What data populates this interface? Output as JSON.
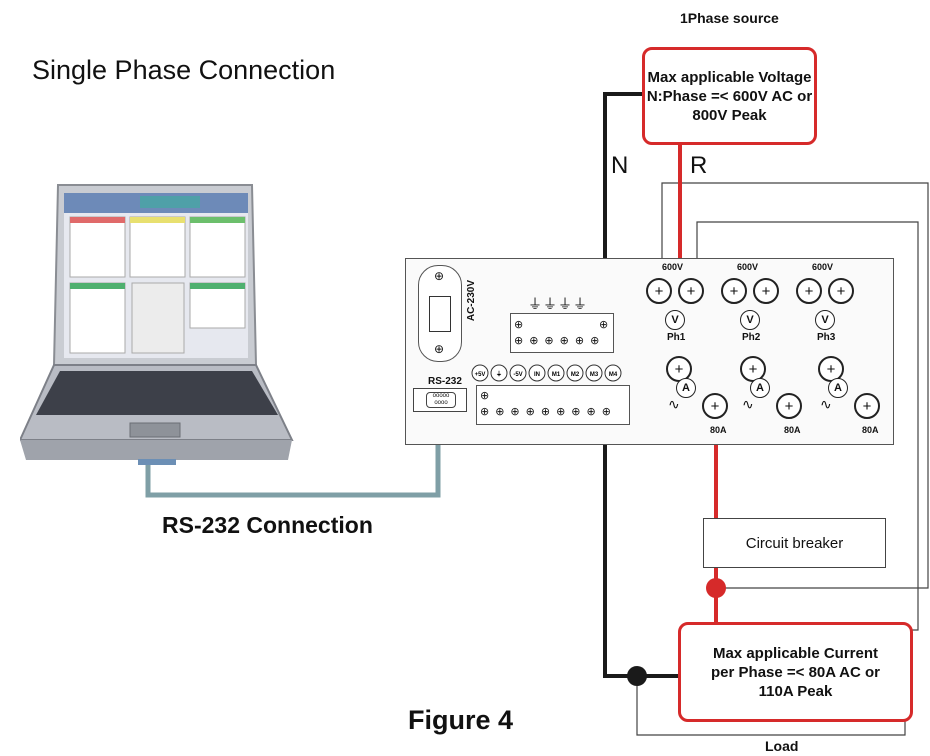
{
  "diagram": {
    "title": "Single Phase Connection",
    "figure_caption": "Figure 4",
    "connection_label": "RS-232 Connection",
    "source_label": "1Phase source",
    "voltage_box": [
      "Max applicable Voltage",
      "N:Phase =< 600V AC or",
      "800V Peak"
    ],
    "current_box": [
      "Max applicable Current",
      "per Phase =< 80A AC or",
      "110A Peak"
    ],
    "breaker_label": "Circuit breaker",
    "load_label": "Load",
    "neutral_label": "N",
    "phase_label": "R",
    "panel": {
      "ac_label": "AC-230V",
      "rs232_label": "RS-232",
      "terminal_labels": [
        "+5V",
        "⏚",
        "-5V",
        "IN",
        "M1",
        "M2",
        "M3",
        "M4"
      ],
      "voltage_ratings": [
        "600V",
        "600V",
        "600V"
      ],
      "phase_labels": [
        "Ph1",
        "Ph2",
        "Ph3"
      ],
      "current_ratings": [
        "80A",
        "80A",
        "80A"
      ],
      "volt_symbol": "V",
      "amp_symbol": "A"
    },
    "colors": {
      "live_wire": "#d62a2a",
      "neutral_wire": "#1a1a1a",
      "rs232_cable": "#7f9fa6"
    }
  }
}
